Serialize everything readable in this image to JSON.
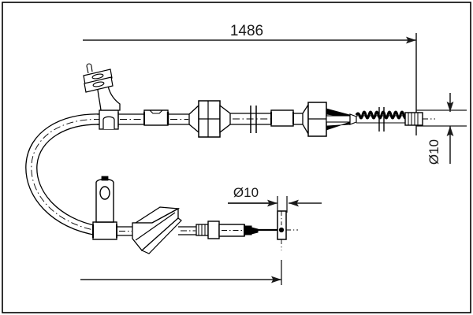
{
  "drawing": {
    "type": "technical-line-drawing",
    "subject": "handbrake cable assembly",
    "background_color": "#ffffff",
    "line_color": "#000000",
    "border": {
      "present": true,
      "color": "#000000"
    }
  },
  "dimensions": {
    "overall_length": {
      "label": "1486",
      "units_implied": "mm",
      "orientation": "horizontal",
      "position": "top"
    },
    "diameter_right": {
      "label": "Ø10",
      "units_implied": "mm",
      "orientation": "vertical-rotated",
      "position": "right"
    },
    "diameter_lower": {
      "label": "Ø10",
      "units_implied": "mm",
      "orientation": "horizontal",
      "position": "lower-middle"
    }
  },
  "components": {
    "cable_loop": "u-bend-cable",
    "upper_branch": [
      "mounting-bracket-clip",
      "sleeve-fitting",
      "large-coupling-nut",
      "break-mark",
      "small-sleeve",
      "end-housing",
      "coil-spring-section",
      "threaded-end-fitting"
    ],
    "lower_branch": [
      "bracket-with-hole",
      "flat-tapered-plate",
      "sleeve-fitting",
      "hex-nut",
      "barrel-fitting",
      "end-stop-plate"
    ]
  },
  "annotations": {
    "centerline_style": "dash-dot",
    "break_mark_style": "double-line"
  }
}
